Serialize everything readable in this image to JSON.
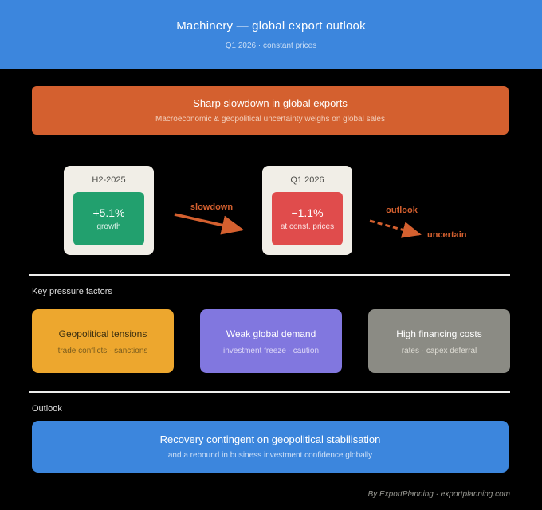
{
  "header": {
    "title": "Machinery — global export outlook",
    "subtitle": "Q1 2026 · constant prices",
    "bg": "#3c86dd"
  },
  "banner": {
    "title": "Sharp slowdown in global exports",
    "subtitle": "Macroeconomic & geopolitical uncertainty weighs on global sales",
    "bg": "#d4602f"
  },
  "comparison": {
    "from_card": {
      "period": "H2-2025",
      "value": "+5.1%",
      "label": "growth",
      "value_bg": "#22a06e"
    },
    "to_card": {
      "period": "Q1 2026",
      "value": "−1.1%",
      "label": "at const. prices",
      "value_bg": "#e04c4c"
    },
    "arrow_label": "slowdown",
    "arrow_color": "#d4602f",
    "outlook_arrow": {
      "label": "outlook",
      "tip_label": "uncertain"
    }
  },
  "pressure_section": {
    "heading": "Key pressure factors",
    "factors": [
      {
        "title": "Geopolitical tensions",
        "subtitle": "trade conflicts · sanctions",
        "bg": "#eda72e"
      },
      {
        "title": "Weak global demand",
        "subtitle": "investment freeze · caution",
        "bg": "#8177df"
      },
      {
        "title": "High financing costs",
        "subtitle": "rates · capex deferral",
        "bg": "#8b8b84"
      }
    ]
  },
  "outlook_section": {
    "heading": "Outlook",
    "title": "Recovery contingent on geopolitical stabilisation",
    "subtitle": "and a rebound in business investment confidence globally",
    "bg": "#3c86dd"
  },
  "footer": {
    "credit": "By ExportPlanning · exportplanning.com"
  },
  "colors": {
    "canvas_bg": "#000000",
    "card_bg": "#f1eee7",
    "divider": "#eeeeec"
  }
}
